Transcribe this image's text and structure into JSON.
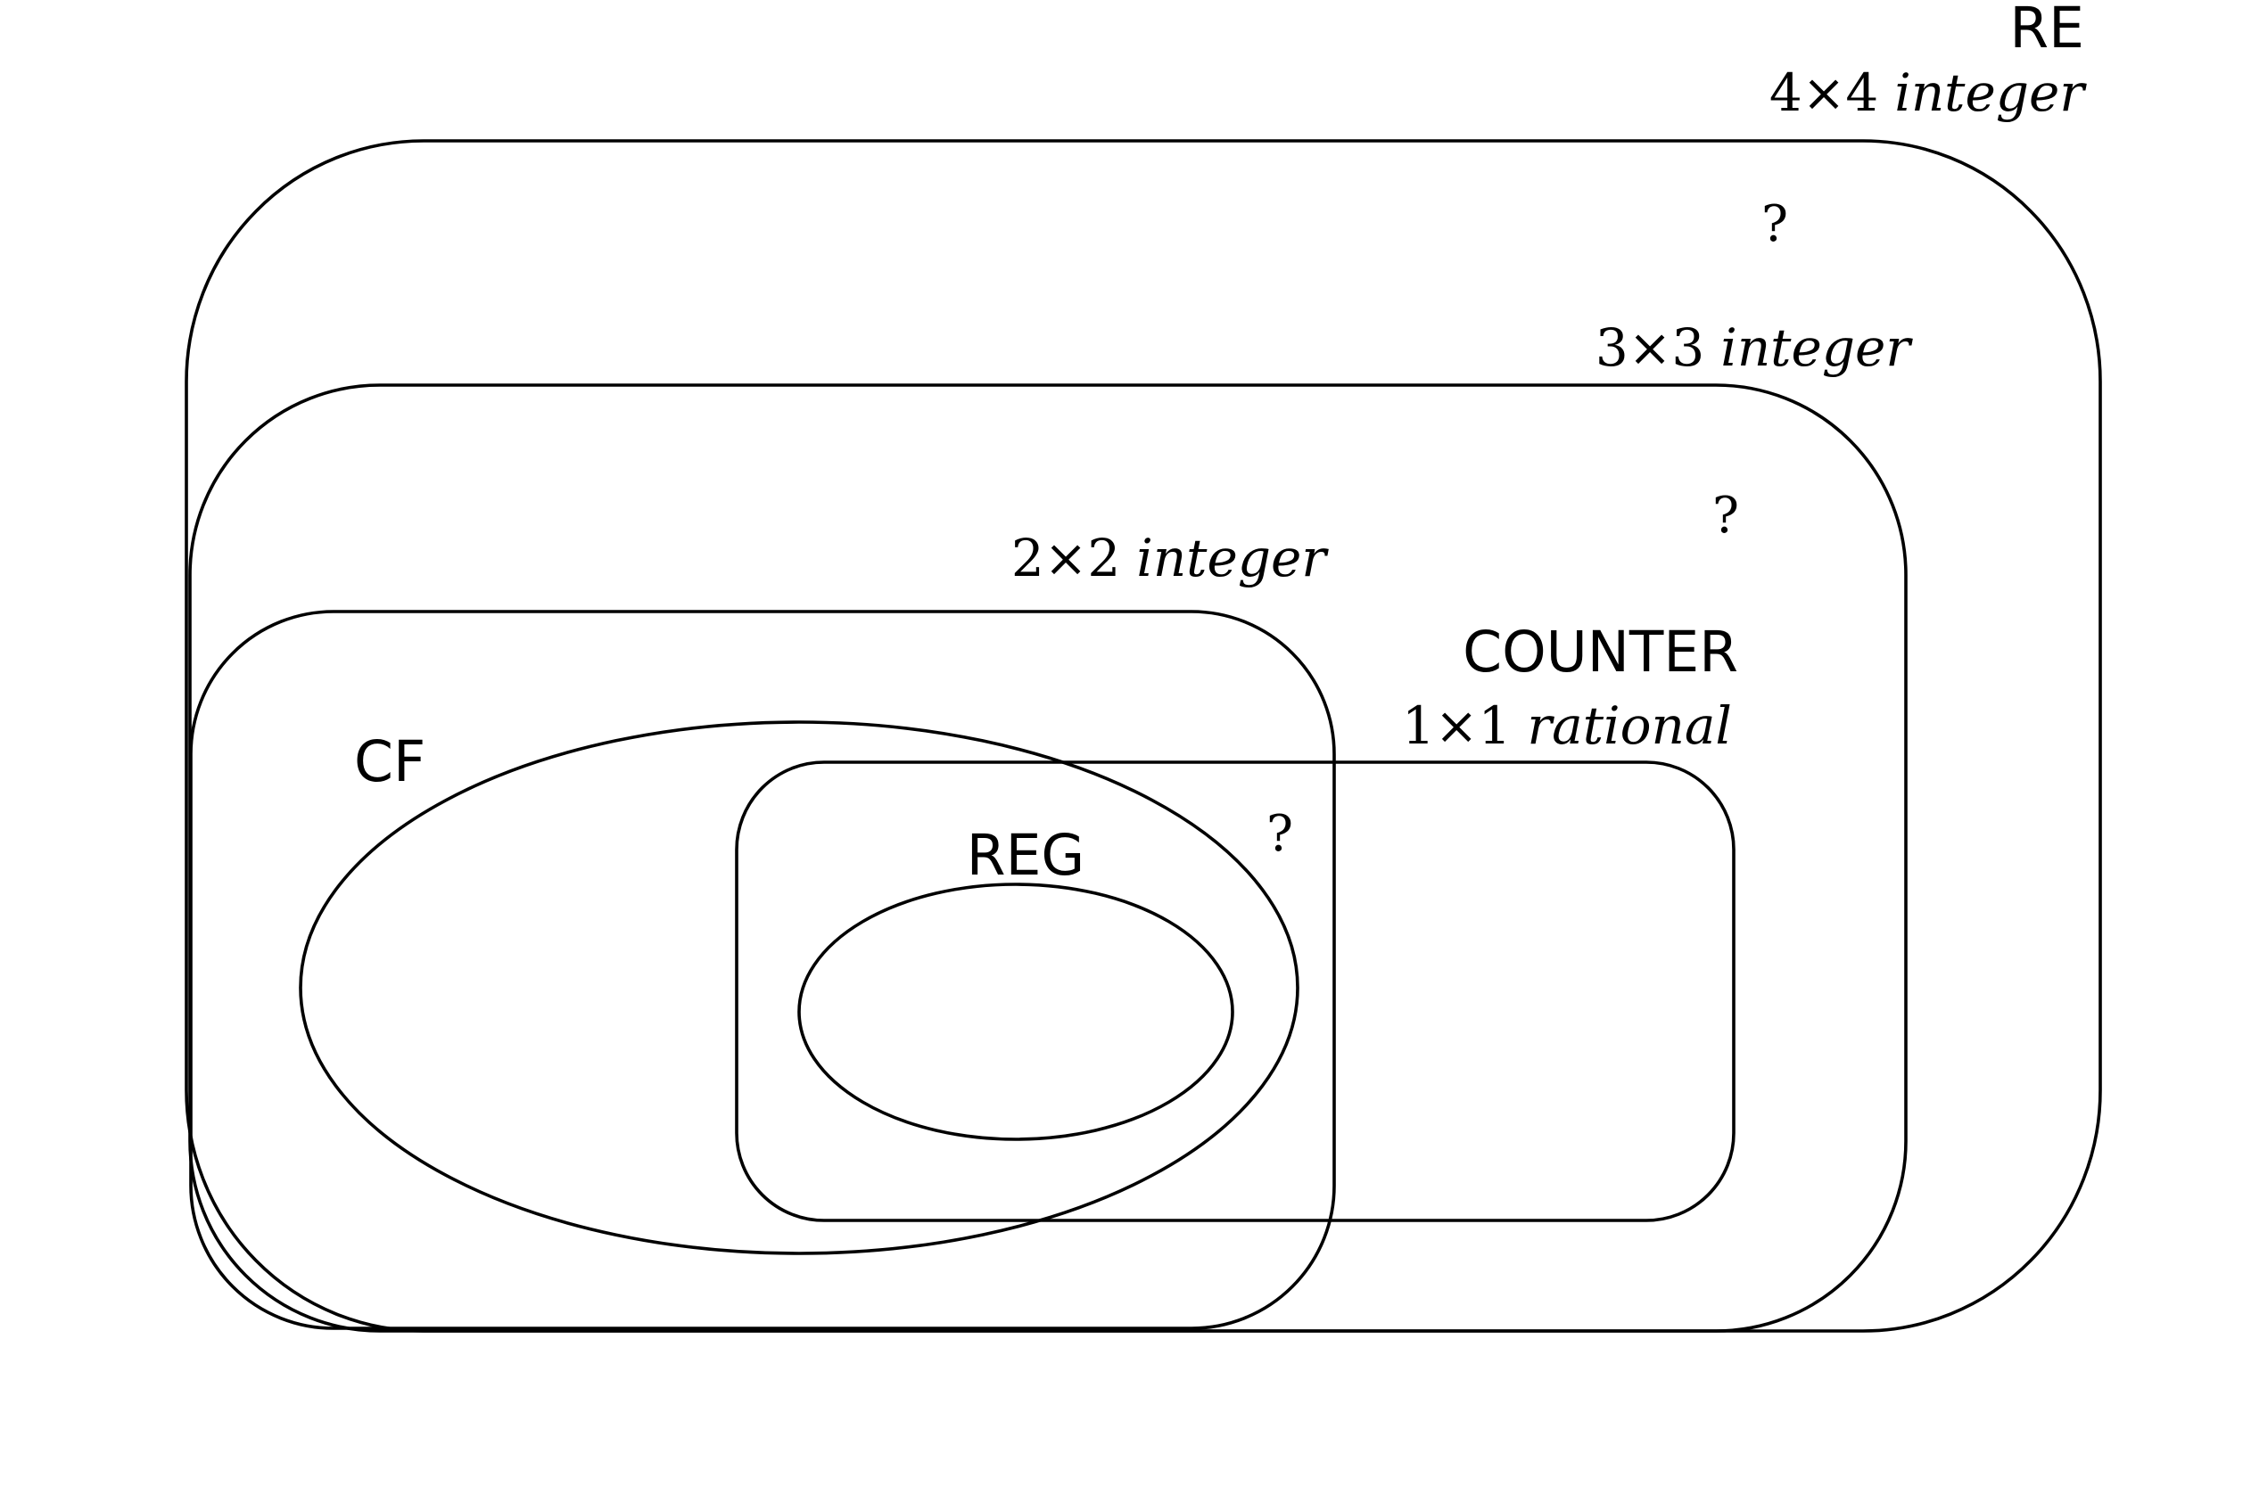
{
  "regions": {
    "re": {
      "name": "RE",
      "dimension": "4×4",
      "field": "integer",
      "gap_mark": "?"
    },
    "d3": {
      "dimension": "3×3",
      "field": "integer",
      "gap_mark": "?"
    },
    "d2": {
      "dimension": "2×2",
      "field": "integer",
      "gap_mark": "?"
    },
    "counter": {
      "name": "COUNTER",
      "dimension": "1×1",
      "field": "rational"
    },
    "cf": {
      "name": "CF"
    },
    "reg": {
      "name": "REG"
    }
  },
  "colors": {
    "stroke": "#000000",
    "background": "#ffffff"
  }
}
